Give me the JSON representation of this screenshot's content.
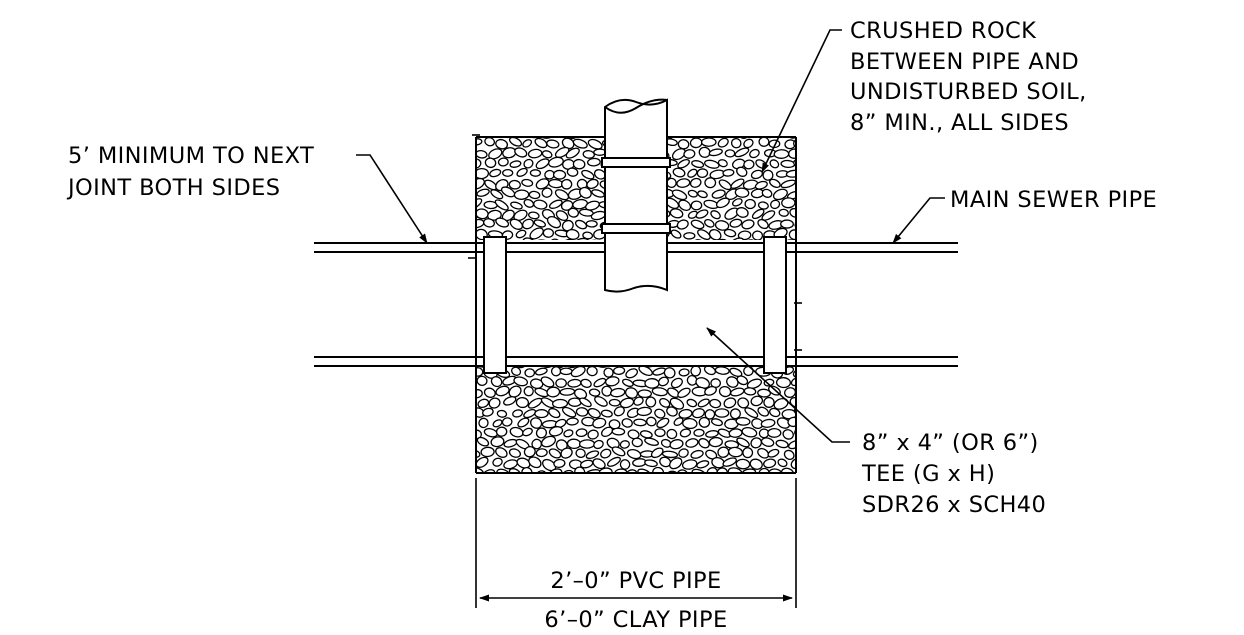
{
  "labels": {
    "crushed_rock": [
      "CRUSHED ROCK",
      "BETWEEN PIPE AND",
      "UNDISTURBED SOIL,",
      "8” MIN., ALL SIDES"
    ],
    "min_joint": [
      "5’ MINIMUM TO NEXT",
      "JOINT BOTH SIDES"
    ],
    "main_sewer": "MAIN SEWER PIPE",
    "tee": [
      "8” x 4” (OR 6”)",
      "TEE (G x H)",
      "SDR26 x SCH40"
    ],
    "dim_pvc": "2’–0” PVC PIPE",
    "dim_clay": "6’–0” CLAY PIPE"
  },
  "colors": {
    "line": "#000000",
    "background": "#ffffff",
    "rock_fill": "#ffffff"
  }
}
